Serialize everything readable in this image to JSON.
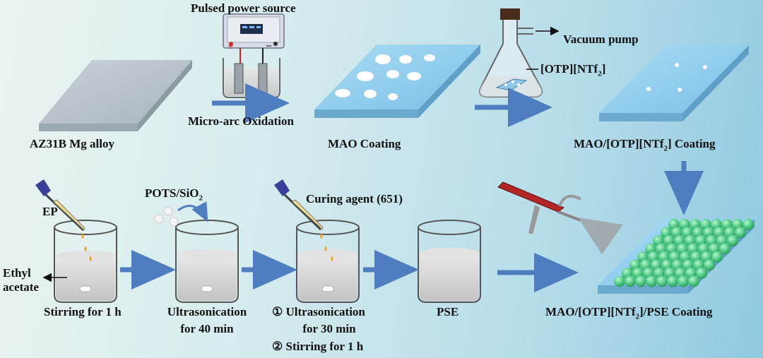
{
  "labels": {
    "power_source": "Pulsed power source",
    "vacuum_pump": "Vacuum pump",
    "otp_main": "[OTP][NTf",
    "otp_sub": "2",
    "otp_end": "]",
    "mg_alloy": "AZ31B Mg alloy",
    "micro_arc": "Micro-arc Oxidation",
    "mao_coating": "MAO Coating",
    "mao_otp_main": "MAO/[OTP][NTf",
    "mao_otp_sub": "2",
    "mao_otp_end": "] Coating",
    "ep": "EP",
    "pots_main": "POTS/SiO",
    "pots_sub": "2",
    "curing_agent": "Curing agent (651)",
    "ethyl": "Ethyl",
    "acetate": "acetate",
    "stirring_1h": "Stirring for 1 h",
    "ultra_1": "Ultrasonication",
    "ultra_2": "for 40 min",
    "step3_line1": "① Ultrasonication",
    "step3_line2": "for 30 min",
    "step3_line3": "② Stirring for 1 h",
    "pse": "PSE",
    "final_main": "MAO/[OTP][NTf",
    "final_sub": "2",
    "final_end": "]/PSE Coating",
    "power_plus": "+",
    "power_minus": "−"
  },
  "colors": {
    "arrow": "#4f7ec0",
    "slab_gray": "#aebcc3",
    "slab_blue": "#8ec8ea",
    "droplet": "#f1a21a",
    "sphere": "#5fd28f"
  },
  "icons": [
    "power-supply-icon",
    "beaker-icon",
    "flask-icon",
    "dropper-icon",
    "airbrush-icon",
    "stir-bar-icon"
  ]
}
